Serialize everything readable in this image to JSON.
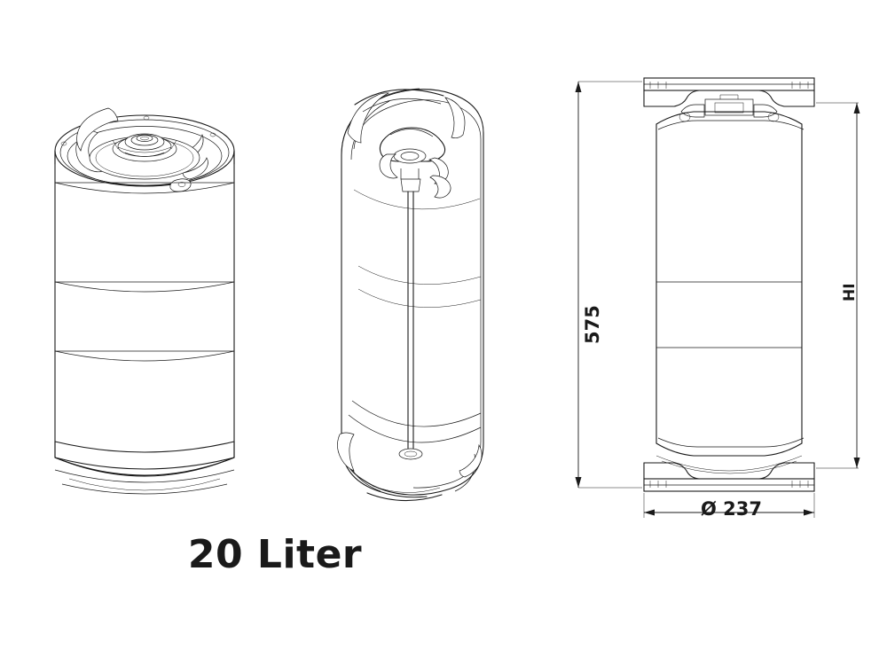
{
  "drawing": {
    "title": "20 Liter",
    "views": [
      {
        "name": "keg-isometric-view",
        "label": ""
      },
      {
        "name": "keg-cutaway-view",
        "label": ""
      },
      {
        "name": "keg-front-view-dimensioned",
        "label": ""
      }
    ],
    "dimensions": {
      "height_total": "575",
      "height_inner": "HI",
      "diameter": "Ø 237"
    },
    "colors": {
      "line": "#1a1a1a",
      "background": "#ffffff",
      "text": "#1a1a1a"
    }
  }
}
